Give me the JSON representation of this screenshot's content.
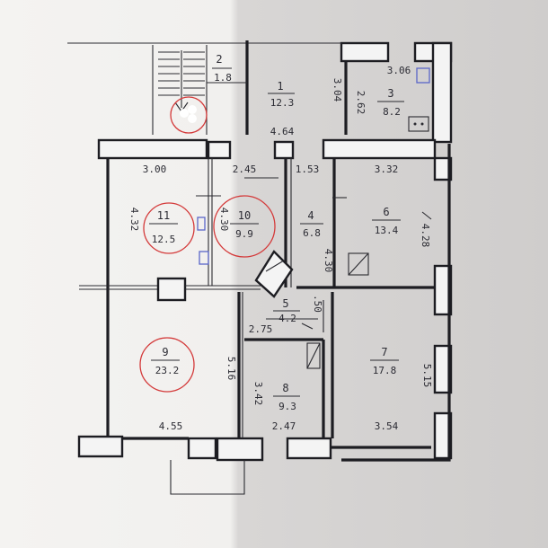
{
  "rooms": [
    {
      "id": "1",
      "number": "1",
      "area": "12.3"
    },
    {
      "id": "2",
      "number": "2",
      "area": "1.8"
    },
    {
      "id": "3",
      "number": "3",
      "area": "8.2"
    },
    {
      "id": "4",
      "number": "4",
      "area": "6.8"
    },
    {
      "id": "5",
      "number": "5",
      "area": "4.2"
    },
    {
      "id": "6",
      "number": "6",
      "area": "13.4"
    },
    {
      "id": "7",
      "number": "7",
      "area": "17.8"
    },
    {
      "id": "8",
      "number": "8",
      "area": "9.3"
    },
    {
      "id": "9",
      "number": "9",
      "area": "23.2"
    },
    {
      "id": "10",
      "number": "10",
      "area": "9.9"
    },
    {
      "id": "11",
      "number": "11",
      "area": "12.5"
    }
  ],
  "dimensions": {
    "d_4_64": "4.64",
    "d_3_04": "3.04",
    "d_2_62": "2.62",
    "d_3_06": "3.06",
    "d_3_00": "3.00",
    "d_2_45": "2.45",
    "d_1_53": "1.53",
    "d_3_32": "3.32",
    "d_4_32": "4.32",
    "d_4_30": "4.30",
    "d_4_30b": "4.30",
    "d_4_28": "4.28",
    "d_50": ".50",
    "d_2_75": "2.75",
    "d_5_16": "5.16",
    "d_3_42": "3.42",
    "d_5_15": "5.15",
    "d_4_55": "4.55",
    "d_2_47": "2.47",
    "d_3_54": "3.54"
  },
  "colors": {
    "paper_left": "#f2f1ef",
    "paper_right": "#d2d0cf",
    "ink": "#1d1d22",
    "mark_red": "#d43a3a",
    "mark_blue": "#5a66c8"
  }
}
